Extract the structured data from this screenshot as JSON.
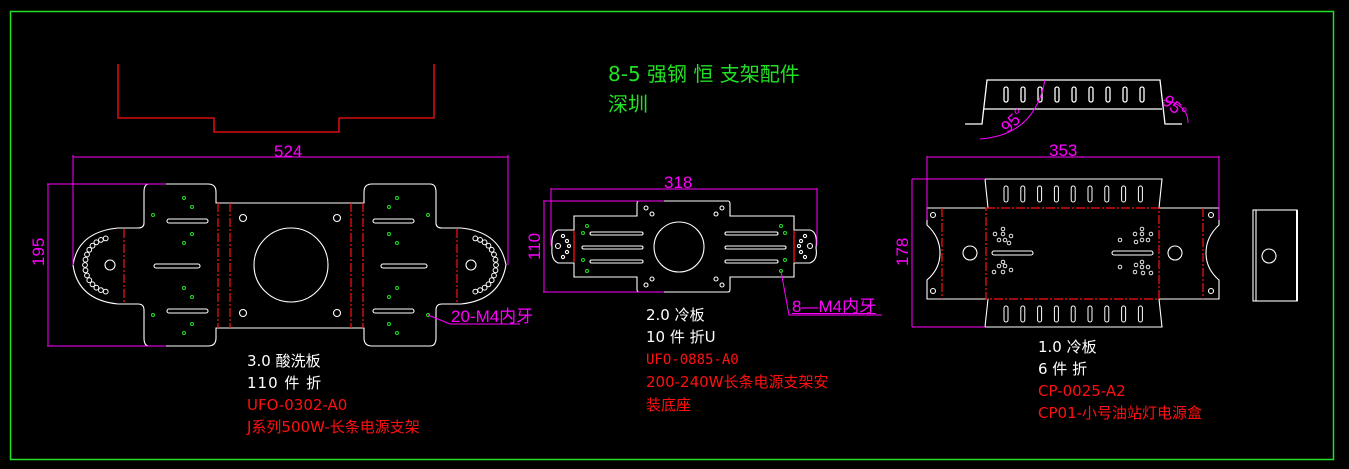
{
  "drawing": {
    "title_line1": "8-5 强钢 恒 支架配件",
    "title_line2": "深圳",
    "frame_color": "#22e022",
    "colors": {
      "outline": "#ffffff",
      "dimension": "#ff00ff",
      "bend_line": "#ff1010",
      "thread_hole": "#22e022",
      "title": "#22e022"
    }
  },
  "parts": [
    {
      "id": "part-1",
      "dimensions": {
        "width": "524",
        "height": "195"
      },
      "callout": "20-M4内牙",
      "spec_line1": "3.0 酸洗板",
      "spec_line2": "110 件  折",
      "part_number": "UFO-0302-A0",
      "description": "J系列500W-长条电源支架"
    },
    {
      "id": "part-2",
      "dimensions": {
        "width": "318",
        "height": "110"
      },
      "callout": "8—M4内牙",
      "spec_line1": "2.0 冷板",
      "spec_line2": "10 件 折U",
      "part_number": "UFO-0885-A0",
      "description_line1": "200-240W长条电源支架安",
      "description_line2": "装底座"
    },
    {
      "id": "part-3",
      "dimensions": {
        "width": "353",
        "height": "178"
      },
      "bend_angles": [
        "95°",
        "95°"
      ],
      "spec_line1": "1.0 冷板",
      "spec_line2": "6 件 折",
      "part_number": "CP-0025-A2",
      "description": "CP01-小号油站灯电源盒"
    }
  ]
}
